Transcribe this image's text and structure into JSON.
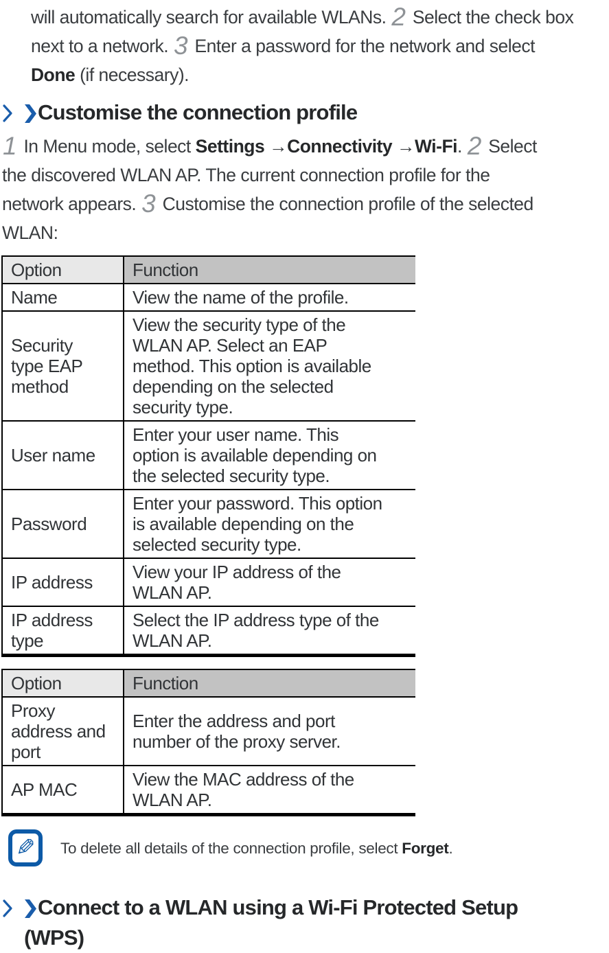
{
  "intro": {
    "lines": [
      {
        "segments": [
          {
            "text": "will automatically search for available WLANs. ",
            "style": "normal"
          },
          {
            "text": "2",
            "style": "stepnum"
          },
          {
            "text": " Select the check box",
            "style": "normal"
          }
        ]
      },
      {
        "segments": [
          {
            "text": "next to a network. ",
            "style": "normal"
          },
          {
            "text": "3",
            "style": "stepnum"
          },
          {
            "text": " Enter a password for the network and select",
            "style": "normal"
          }
        ]
      },
      {
        "segments": [
          {
            "text": "Done",
            "style": "bold"
          },
          {
            "text": " (if necessary).",
            "style": "normal"
          }
        ]
      }
    ]
  },
  "section1": {
    "title": "Customise the connection profile",
    "steps_lines": [
      {
        "segments": [
          {
            "text": "1",
            "style": "stepnum"
          },
          {
            "text": " In Menu mode, select ",
            "style": "normal"
          },
          {
            "text": "Settings",
            "style": "bold"
          },
          {
            "text": " →",
            "style": "normal"
          },
          {
            "text": "Connectivity",
            "style": "bold"
          },
          {
            "text": " →",
            "style": "normal"
          },
          {
            "text": "Wi-Fi",
            "style": "bold"
          },
          {
            "text": ". ",
            "style": "normal"
          },
          {
            "text": "2",
            "style": "stepnum"
          },
          {
            "text": " Select",
            "style": "normal"
          }
        ]
      },
      {
        "segments": [
          {
            "text": "the discovered WLAN AP. The current connection profile for the",
            "style": "normal"
          }
        ]
      },
      {
        "segments": [
          {
            "text": "network appears. ",
            "style": "normal"
          },
          {
            "text": "3",
            "style": "stepnum"
          },
          {
            "text": " Customise the connection profile of the selected",
            "style": "normal"
          }
        ]
      },
      {
        "segments": [
          {
            "text": "WLAN:",
            "style": "normal"
          }
        ]
      }
    ]
  },
  "table1": {
    "header": {
      "option": "Option",
      "function": "Function"
    },
    "rows": [
      {
        "option": "Name",
        "function": "View the name of the profile."
      },
      {
        "option": "Security\ntype EAP\nmethod",
        "function": "View the security type of the\nWLAN AP. Select an EAP\nmethod. This option is available\ndepending on the selected\nsecurity type."
      },
      {
        "option": "User name",
        "function": "Enter your user name. This\noption is available depending on\nthe selected security type."
      },
      {
        "option": "Password",
        "function": "Enter your password. This option\nis available depending on the\nselected security type."
      },
      {
        "option": "IP address",
        "function": "View your IP address of the\nWLAN AP."
      },
      {
        "option": "IP address\ntype",
        "function": "Select the IP address type of the\nWLAN AP."
      }
    ]
  },
  "table2": {
    "header": {
      "option": "Option",
      "function": "Function"
    },
    "rows": [
      {
        "option": "Proxy\naddress and\nport",
        "function": "Enter the address and port\nnumber of the proxy server."
      },
      {
        "option": "AP MAC",
        "function": "View the MAC address of the\nWLAN AP."
      }
    ]
  },
  "note": {
    "icon": "pencil-note-icon",
    "pencil_glyph": "✎",
    "segments": [
      {
        "text": "To delete all details of the connection profile, select ",
        "style": "normal"
      },
      {
        "text": "Forget",
        "style": "bold"
      },
      {
        "text": ".",
        "style": "normal"
      }
    ]
  },
  "section2": {
    "title_line1": "Connect to a WLAN using a Wi-Fi Protected Setup",
    "title_line2": "(WPS)"
  },
  "colors": {
    "accent_blue": "#0d5aa7",
    "chevron_blue": "#1a5dab",
    "header_option_bg": "#e8e8e8",
    "header_function_bg": "#c2c2c2"
  }
}
